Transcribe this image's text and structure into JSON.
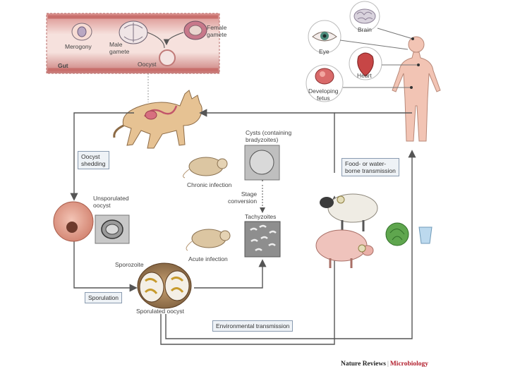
{
  "gut": {
    "label": "Gut",
    "merogony": "Merogony",
    "male_gamete": "Male\ngamete",
    "female_gamete": "Female\ngamete",
    "oocyst": "Oocyst"
  },
  "human_organs": {
    "brain": "Brain",
    "eye": "Eye",
    "heart": "Heart",
    "fetus": "Developing\nfetus"
  },
  "labels": {
    "oocyst_shedding": "Oocyst\nshedding",
    "unsporulated_oocyst": "Unsporulated\noocyst",
    "cysts": "Cysts (containing\nbradyzoites)",
    "chronic_infection": "Chronic infection",
    "stage_conversion": "Stage\nconversion",
    "tachyzoites": "Tachyzoites",
    "acute_infection": "Acute infection",
    "sporozoite": "Sporozoite",
    "sporulation": "Sporulation",
    "sporulated_oocyst": "Sporulated oocyst",
    "environmental_transmission": "Environmental transmission",
    "food_water_transmission": "Food- or water-\nborne transmission"
  },
  "credit": {
    "journal": "Nature Reviews",
    "separator": "|",
    "field": "Microbiology"
  },
  "colors": {
    "gut_band": "#c97a78",
    "arrow": "#555555",
    "cat": "#e6c293",
    "oocyst": "#d99a86",
    "human": "#f2c4b4"
  }
}
